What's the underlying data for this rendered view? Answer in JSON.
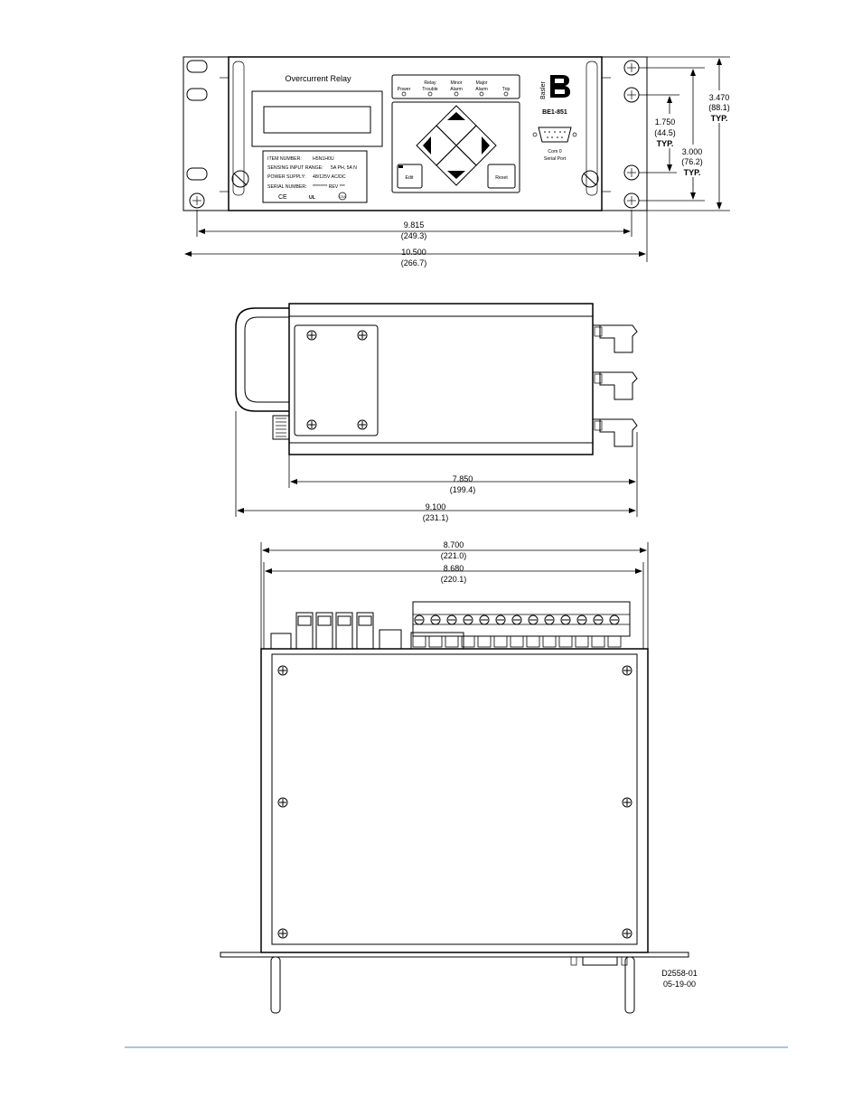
{
  "front_view": {
    "title": "Overcurrent Relay",
    "leds": [
      "Power",
      "Relay\nTrouble",
      "Minor\nAlarm",
      "Major\nAlarm",
      "Trip"
    ],
    "label_rows": [
      {
        "key": "ITEM NUMBER:",
        "val": "H5N1H0U"
      },
      {
        "key": "SENSING INPUT RANGE:",
        "val": "5A PH, 5A N"
      },
      {
        "key": "POWER SUPPLY:",
        "val": "48/125V AC/DC"
      },
      {
        "key": "SERIAL NUMBER:",
        "val": "********  REV   ***"
      }
    ],
    "marks": {
      "ce": "CE",
      "ul": "UL",
      "csa": "CSA"
    },
    "buttons": {
      "edit": "Edit",
      "reset": "Reset"
    },
    "brand": "Basler",
    "model": "BE1-851",
    "port": "Com 0\nSerial Port",
    "dims": {
      "inner_width": {
        "value": "9.815",
        "metric": "(249.3)"
      },
      "outer_width": {
        "value": "10.500",
        "metric": "(266.7)"
      },
      "hole_spacing": {
        "value": "1.750",
        "metric": "(44.5)",
        "note": "TYP."
      },
      "hole_spacing_2": {
        "value": "3.000",
        "metric": "(76.2)",
        "note": "TYP."
      },
      "height": {
        "value": "3.470",
        "metric": "(88.1)",
        "note": "TYP."
      }
    }
  },
  "side_view": {
    "dims": {
      "body": {
        "value": "7.850",
        "metric": "(199.4)"
      },
      "overall": {
        "value": "9.100",
        "metric": "(231.1)"
      }
    }
  },
  "top_view": {
    "dims": {
      "outer": {
        "value": "8.700",
        "metric": "(221.0)"
      },
      "inner": {
        "value": "8.680",
        "metric": "(220.1)"
      }
    }
  },
  "drawing_number": "D2558-01",
  "drawing_date": "05-19-00",
  "colors": {
    "footer_rule": "#4f8ec9"
  }
}
